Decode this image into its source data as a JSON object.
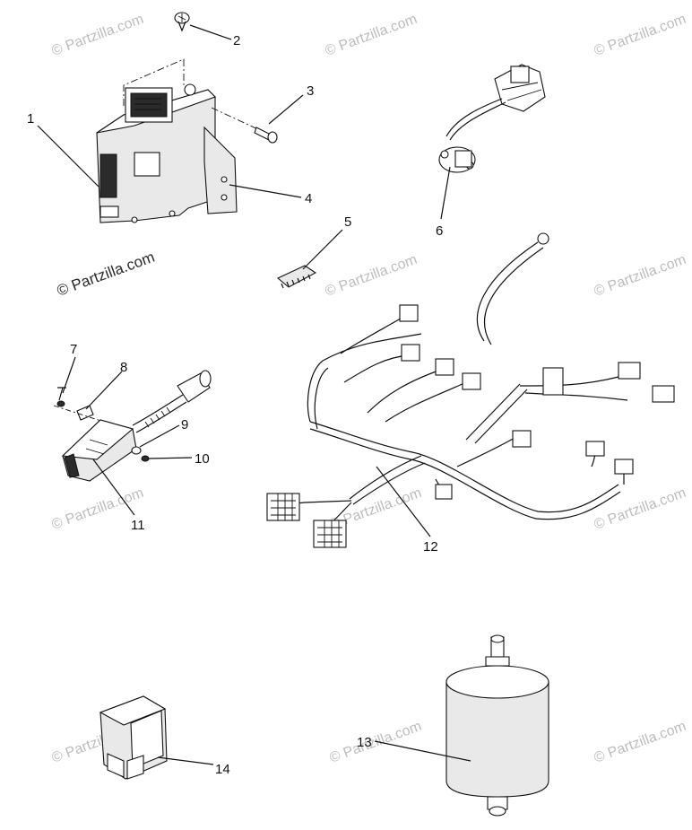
{
  "watermark": {
    "text": "© Partzilla.com",
    "prominent_text": "© Partzilla.com"
  },
  "callouts": {
    "c1": "1",
    "c2": "2",
    "c3": "3",
    "c4": "4",
    "c5": "5",
    "c6": "6",
    "c7": "7",
    "c8": "8",
    "c9": "9",
    "c10": "10",
    "c11": "11",
    "c12": "12",
    "c13": "13",
    "c14": "14"
  }
}
